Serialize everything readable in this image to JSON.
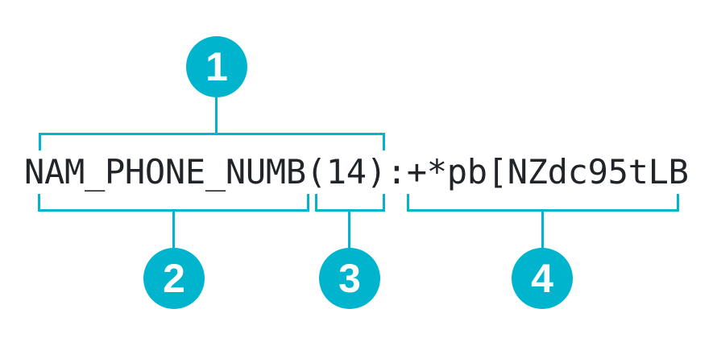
{
  "diagram": {
    "token": {
      "full_string": "NAM_PHONE_NUMB(14):+*pb[NZdc95tLB",
      "name": "NAM_PHONE_NUMB",
      "length": "(14)",
      "separator": ":",
      "value": "+*pb[NZdc95tLB"
    },
    "callouts": [
      {
        "number": "1"
      },
      {
        "number": "2"
      },
      {
        "number": "3"
      },
      {
        "number": "4"
      }
    ],
    "colors": {
      "accent": "#00b4cd",
      "text": "#212429",
      "badge_text": "#ffffff",
      "background": "#ffffff"
    }
  }
}
